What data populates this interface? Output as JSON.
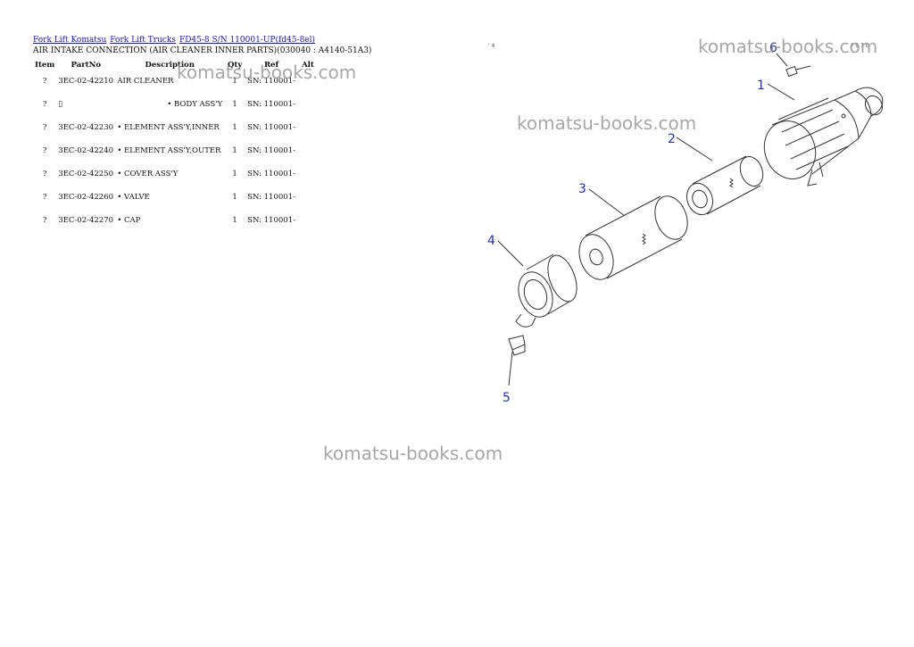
{
  "breadcrumb": {
    "link1": "Fork Lift Komatsu",
    "link2": "Fork Lift Trucks",
    "link3": "FD45-8 S/N 110001-UP(fd45-8el)"
  },
  "page_title": "AIR INTAKE CONNECTION (AIR CLEANER INNER PARTS)(030040 : A4140-51A3)",
  "table": {
    "headers": {
      "item": "Item",
      "partno": "PartNo",
      "description": "Description",
      "qty": "Qty",
      "ref": "Ref",
      "alt": "Alt"
    },
    "rows": [
      {
        "item": "?",
        "partno": "3EC-02-42210",
        "description": "AIR CLEANER",
        "qty": "1",
        "ref": "SN: 110001-"
      },
      {
        "item": "?",
        "partno": "▯",
        "description": "• BODY ASS'Y",
        "qty": "1",
        "ref": "SN: 110001-"
      },
      {
        "item": "?",
        "partno": "3EC-02-42230",
        "description": "• ELEMENT ASS'Y,INNER",
        "qty": "1",
        "ref": "SN: 110001-"
      },
      {
        "item": "?",
        "partno": "3EC-02-42240",
        "description": "• ELEMENT ASS'Y,OUTER",
        "qty": "1",
        "ref": "SN: 110001-"
      },
      {
        "item": "?",
        "partno": "3EC-02-42250",
        "description": "• COVER ASS'Y",
        "qty": "1",
        "ref": "SN: 110001-"
      },
      {
        "item": "?",
        "partno": "3EC-02-42260",
        "description": "• VALVE",
        "qty": "1",
        "ref": "SN: 110001-"
      },
      {
        "item": "?",
        "partno": "3EC-02-42270",
        "description": "• CAP",
        "qty": "1",
        "ref": "SN: 110001-"
      }
    ]
  },
  "watermark": "komatsu-books.com",
  "diagram": {
    "callouts": [
      "1",
      "2",
      "3",
      "4",
      "5",
      "6"
    ],
    "corner_mark_left": "' 4",
    "corner_mark_right": "F 0 7 0",
    "callout_color": "#2233aa",
    "line_color": "#333333"
  }
}
